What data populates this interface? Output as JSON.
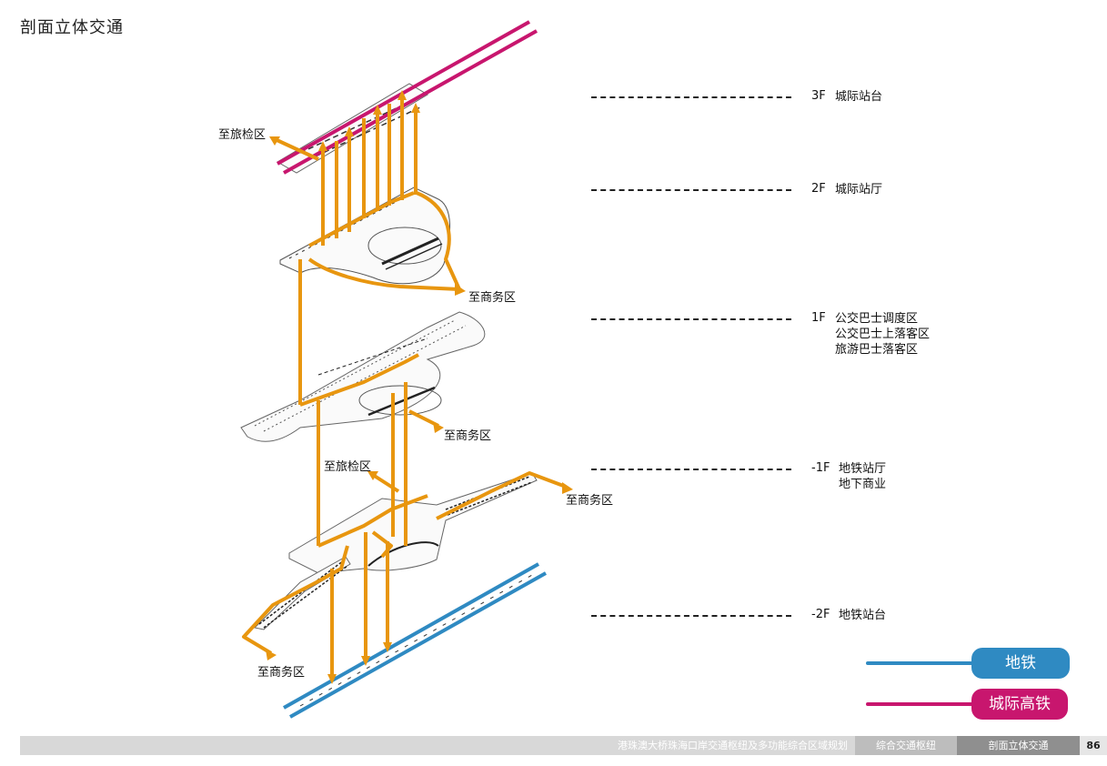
{
  "title": "剖面立体交通",
  "colors": {
    "orange": "#e8960f",
    "magenta": "#c8166e",
    "blue": "#2f8ac2",
    "plan": "#444444"
  },
  "diagram_labels": {
    "to_inspection_top": "至旅检区",
    "to_business_2f": "至商务区",
    "to_business_1f": "至商务区",
    "to_inspection_mid": "至旅检区",
    "to_business_b1": "至商务区",
    "to_business_b2": "至商务区"
  },
  "levels": [
    {
      "code": "3F",
      "names": [
        "城际站台"
      ]
    },
    {
      "code": "2F",
      "names": [
        "城际站厅"
      ]
    },
    {
      "code": "1F",
      "names": [
        "公交巴士调度区",
        "公交巴士上落客区",
        "旅游巴士落客区"
      ]
    },
    {
      "code": "-1F",
      "names": [
        "地铁站厅",
        "地下商业"
      ]
    },
    {
      "code": "-2F",
      "names": [
        "地铁站台"
      ]
    }
  ],
  "legend": [
    {
      "label": "地铁",
      "color": "#2f8ac2"
    },
    {
      "label": "城际高铁",
      "color": "#c8166e"
    }
  ],
  "footer": {
    "project": "港珠澳大桥珠海口岸交通枢纽及多功能综合区域规划",
    "section": "综合交通枢纽",
    "chapter": "剖面立体交通",
    "page": "86"
  }
}
